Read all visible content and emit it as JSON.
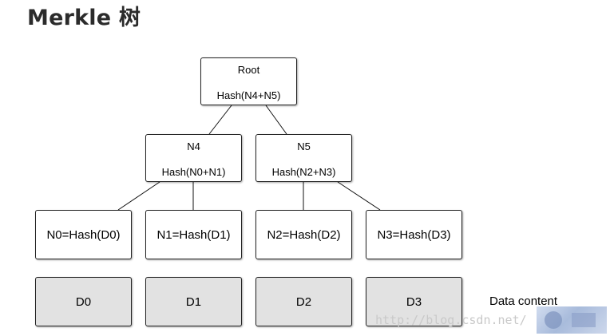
{
  "title": "Merkle 树",
  "tree": {
    "root": {
      "name": "Root",
      "hash": "Hash(N4+N5)"
    },
    "level1": [
      {
        "name": "N4",
        "hash": "Hash(N0+N1)"
      },
      {
        "name": "N5",
        "hash": "Hash(N2+N3)"
      }
    ],
    "leaves": [
      {
        "label": "N0=Hash(D0)"
      },
      {
        "label": "N1=Hash(D1)"
      },
      {
        "label": "N2=Hash(D2)"
      },
      {
        "label": "N3=Hash(D3)"
      }
    ],
    "data_blocks": [
      {
        "label": "D0"
      },
      {
        "label": "D1"
      },
      {
        "label": "D2"
      },
      {
        "label": "D3"
      }
    ]
  },
  "data_content_label": "Data content",
  "watermark": "http://blog.csdn.net/"
}
